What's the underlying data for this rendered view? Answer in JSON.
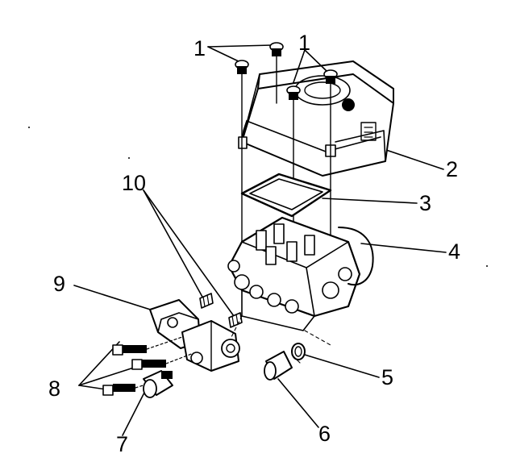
{
  "diagram": {
    "callouts": [
      "1",
      "1",
      "2",
      "3",
      "4",
      "5",
      "6",
      "7",
      "8",
      "9",
      "10"
    ]
  }
}
